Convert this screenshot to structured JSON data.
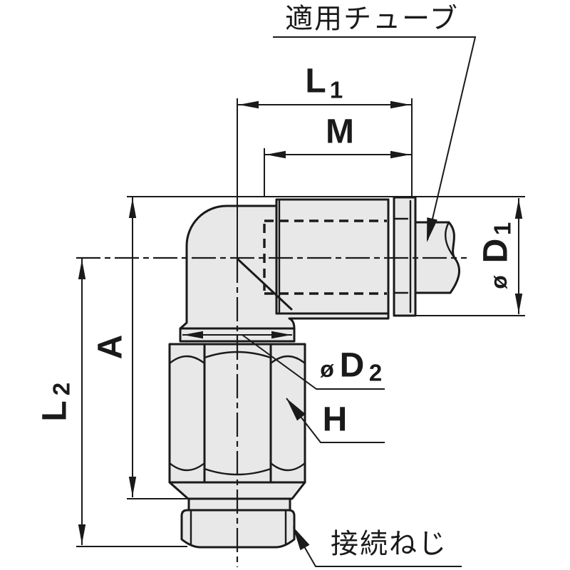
{
  "drawing": {
    "annotations": {
      "applicable_tube": "適用チューブ",
      "connection_thread": "接続ねじ"
    },
    "dimensions": {
      "l1": {
        "label": "L1",
        "base": "L",
        "sub": "1"
      },
      "m": {
        "label": "M",
        "base": "M"
      },
      "a": {
        "label": "A",
        "base": "A"
      },
      "l2": {
        "label": "L2",
        "base": "L",
        "sub": "2"
      },
      "d1": {
        "label": "øD1",
        "prefix": "ø",
        "base": "D",
        "sub": "1"
      },
      "d2": {
        "label": "øD2",
        "prefix": "ø",
        "base": "D",
        "sub": "2"
      },
      "h": {
        "label": "H",
        "base": "H"
      }
    }
  },
  "colors": {
    "line": "#1a1a1a",
    "fill": "#e8e8e8",
    "background": "#ffffff"
  }
}
